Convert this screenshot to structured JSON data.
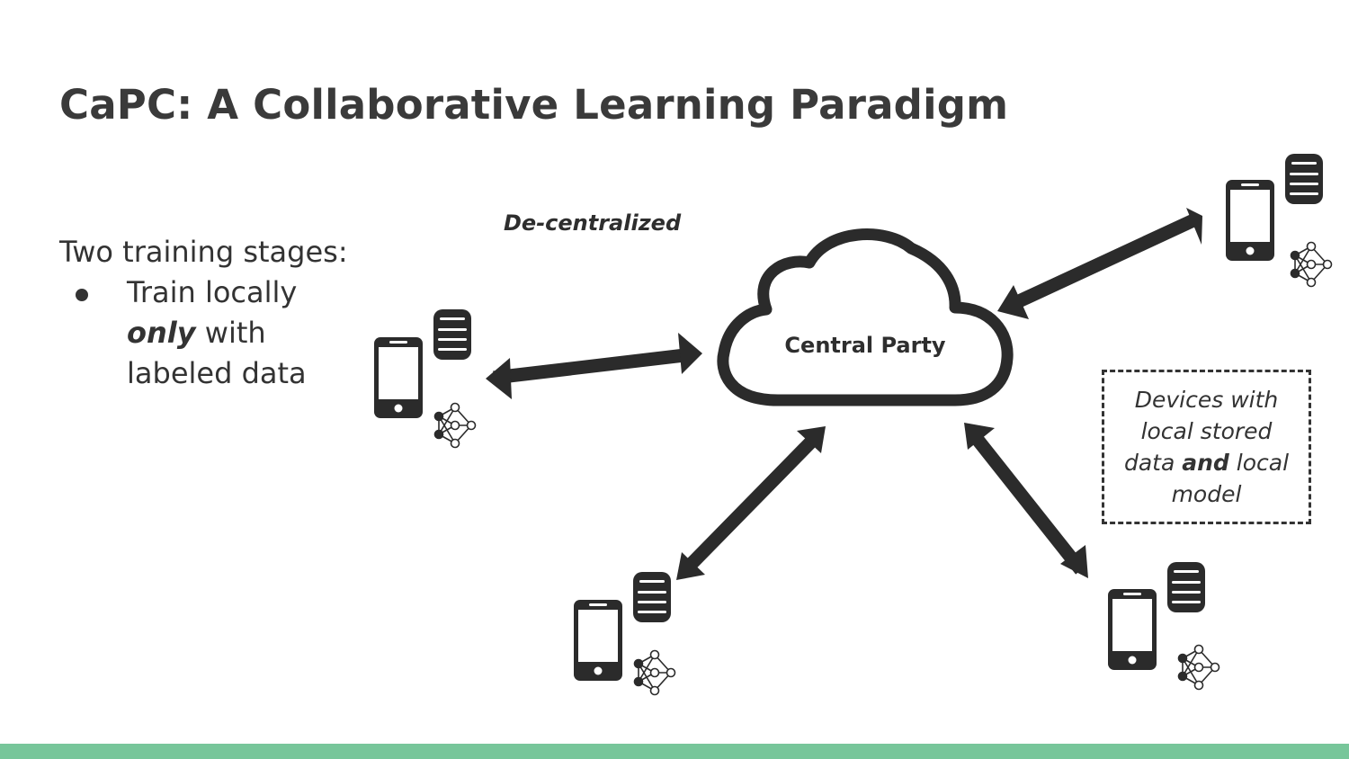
{
  "slide": {
    "title": "CaPC: A Collaborative Learning Paradigm",
    "stages_heading": "Two training stages:",
    "bullet": {
      "text_1": "Train locally",
      "emphasis": "only",
      "text_2": " with labeled data"
    },
    "decentralized_label": "De-centralized",
    "central_party_label": "Central Party",
    "legend": {
      "pre": "Devices with local stored data ",
      "emphasis": "and",
      "post": " local model"
    }
  },
  "colors": {
    "text": "#333333",
    "accent_bar": "#77c69a",
    "icon": "#2b2b2b"
  },
  "icons": [
    "cloud-icon",
    "smartphone-icon",
    "database-icon",
    "neural-network-icon",
    "double-arrow-icon"
  ]
}
